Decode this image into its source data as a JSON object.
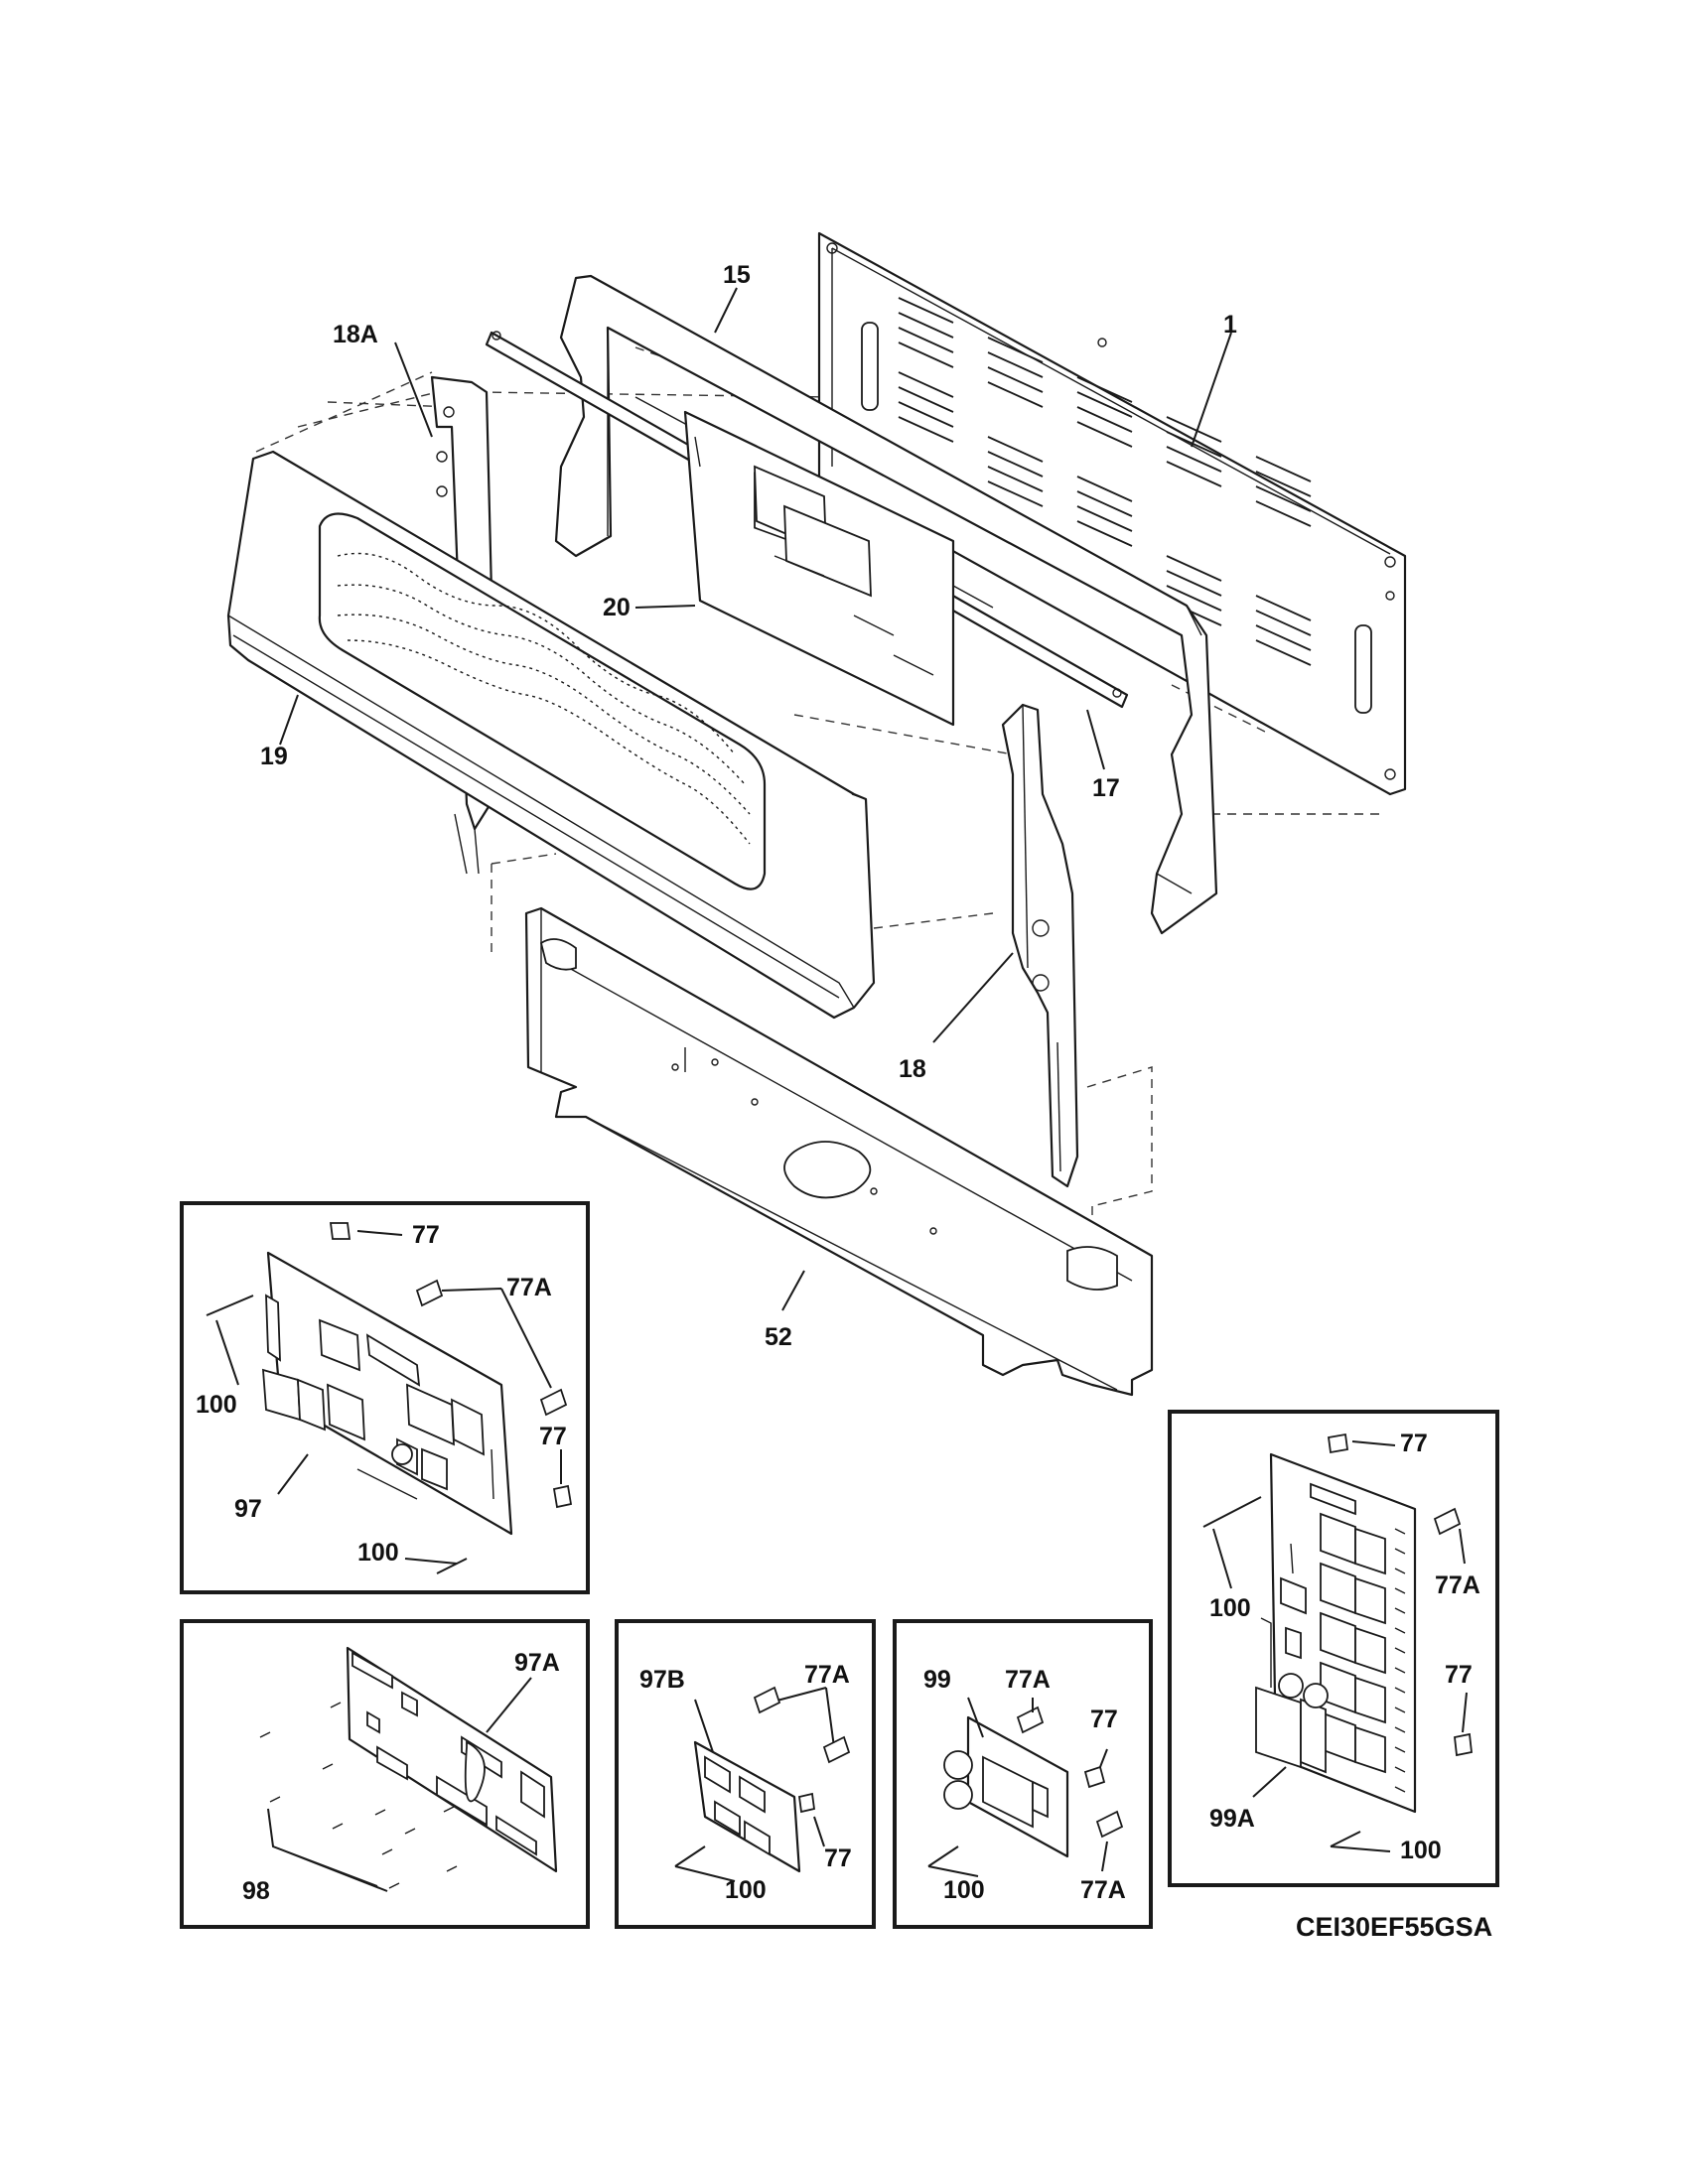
{
  "model_code": "CEI30EF55GSA",
  "callouts": {
    "c1": "1",
    "c15": "15",
    "c18A": "18A",
    "c20": "20",
    "c19": "19",
    "c17": "17",
    "c18": "18",
    "c52": "52",
    "b1_77_top": "77",
    "b1_77A": "77A",
    "b1_100_left": "100",
    "b1_77_right": "77",
    "b1_97": "97",
    "b1_100_bottom": "100",
    "b2_97A": "97A",
    "b2_98": "98",
    "b3_97B": "97B",
    "b3_77A": "77A",
    "b3_77": "77",
    "b3_100": "100",
    "b4_99": "99",
    "b4_77A_top": "77A",
    "b4_77": "77",
    "b4_100": "100",
    "b4_77A_bottom": "77A",
    "b5_77_top": "77",
    "b5_100_left": "100",
    "b5_77A": "77A",
    "b5_77_right": "77",
    "b5_99A": "99A",
    "b5_100_bottom": "100"
  }
}
